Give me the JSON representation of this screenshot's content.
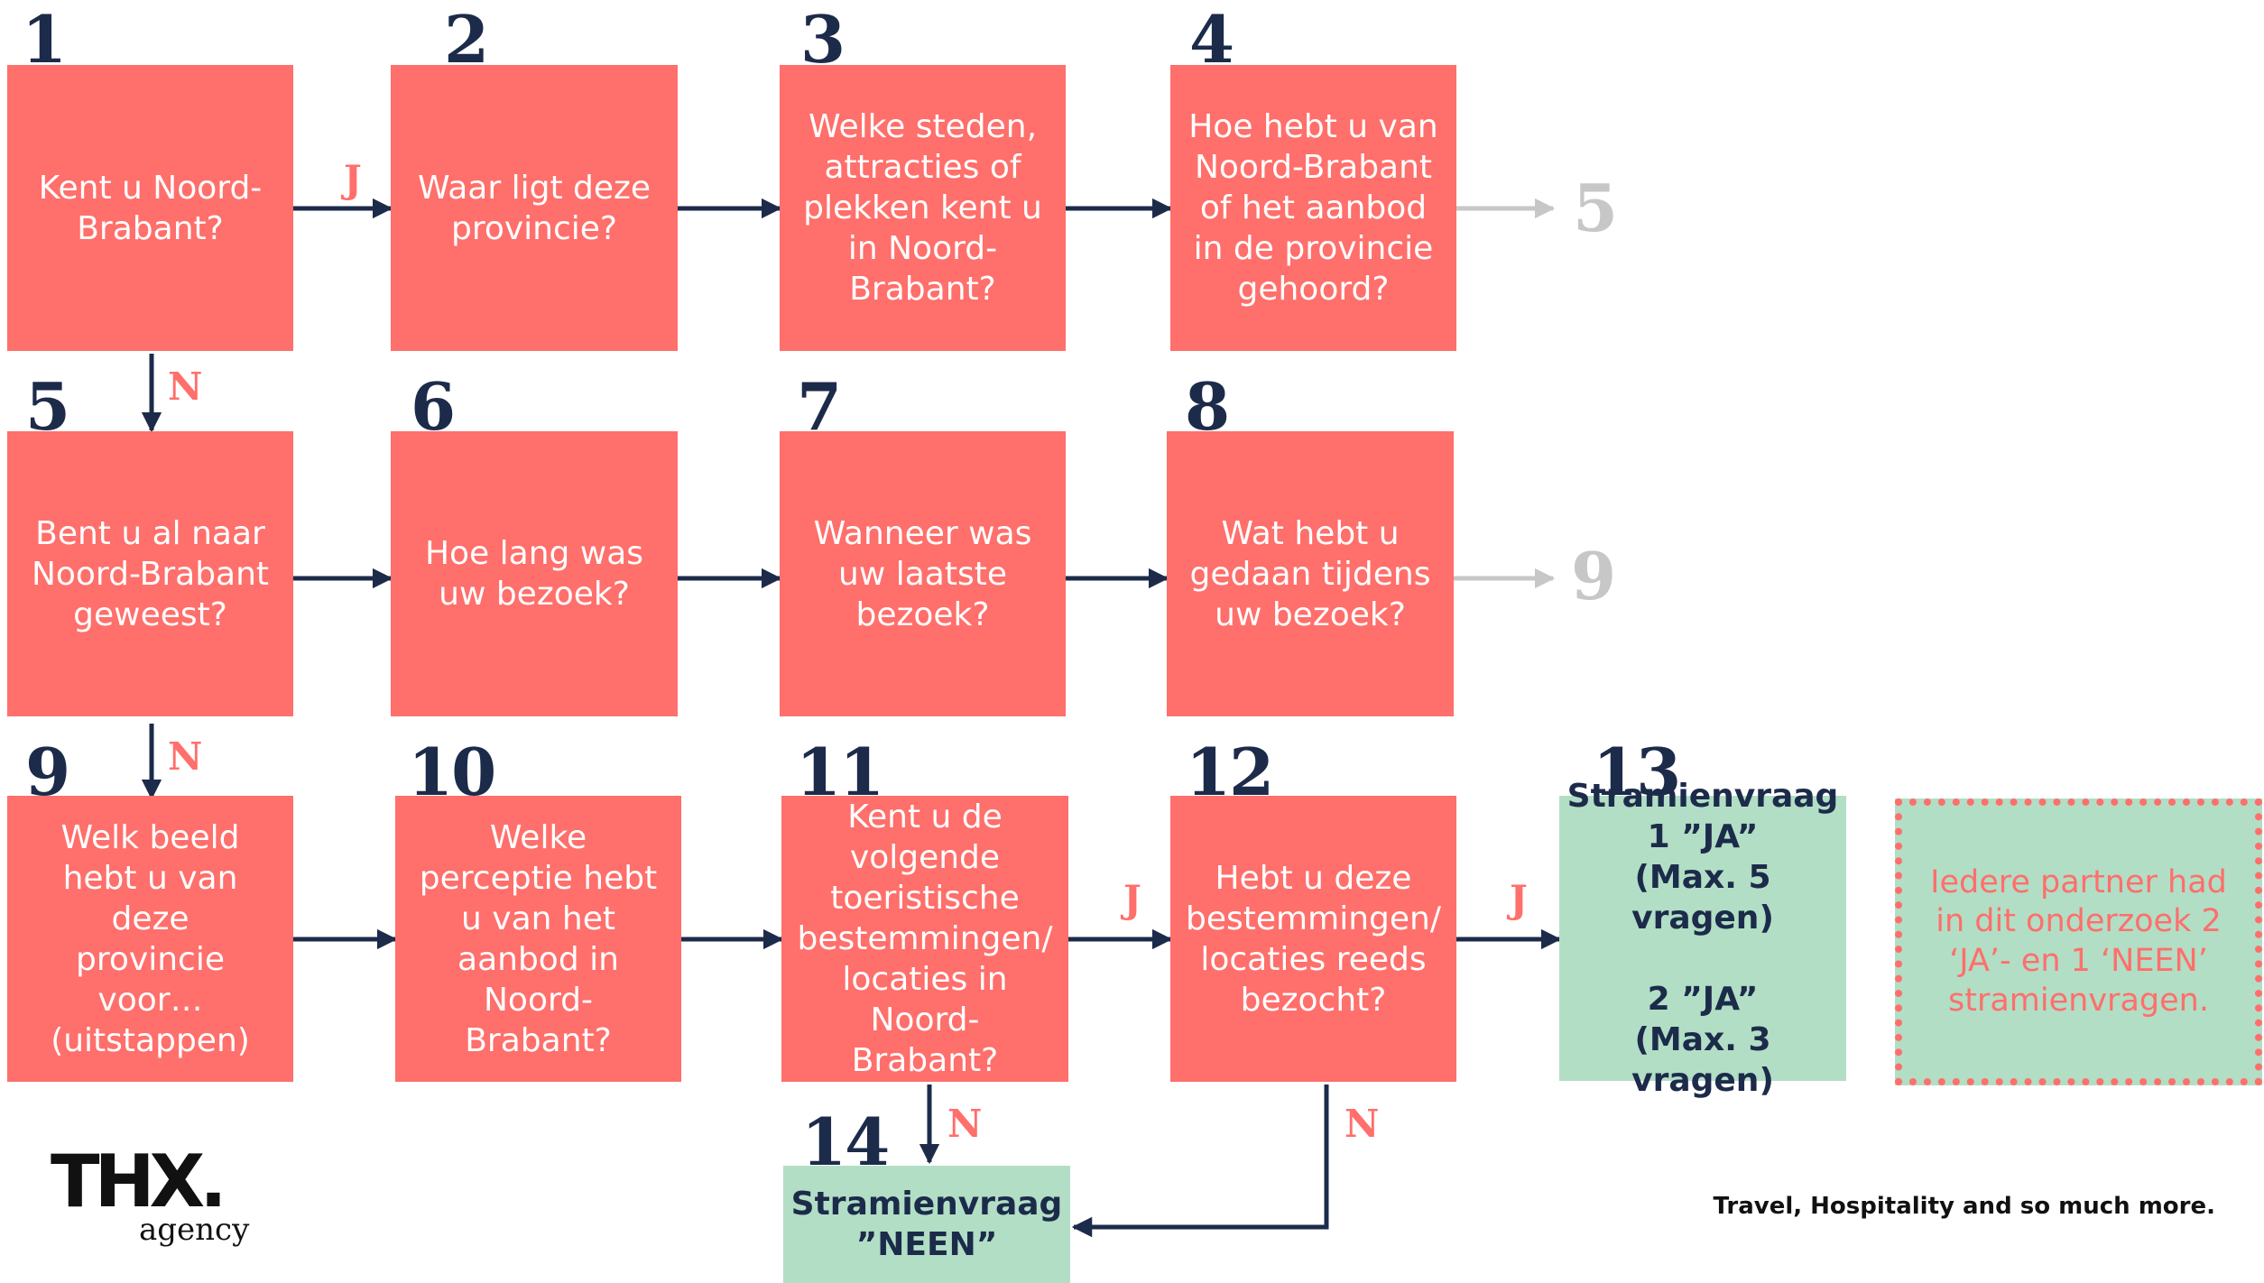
{
  "colors": {
    "box_red": "#ff6f6b",
    "box_green": "#b2dec5",
    "navy": "#1c2b4a",
    "grey": "#c7c7c7"
  },
  "steps": [
    {
      "number": "1",
      "text": "Kent u Noord-\nBrabant?"
    },
    {
      "number": "2",
      "text": "Waar ligt deze\nprovincie?"
    },
    {
      "number": "3",
      "text": "Welke steden,\nattracties of\nplekken kent u\nin Noord-\nBrabant?"
    },
    {
      "number": "4",
      "text": "Hoe hebt u van\nNoord-Brabant\nof het aanbod\nin de provincie\ngehoord?"
    },
    {
      "number": "5",
      "text": "Bent u al naar\nNoord-Brabant\ngeweest?"
    },
    {
      "number": "6",
      "text": "Hoe lang was\nuw bezoek?"
    },
    {
      "number": "7",
      "text": "Wanneer was\nuw laatste\nbezoek?"
    },
    {
      "number": "8",
      "text": "Wat hebt u\ngedaan tijdens\nuw bezoek?"
    },
    {
      "number": "9",
      "text": "Welk beeld\nhebt u van deze\nprovincie voor…\n(uitstappen)"
    },
    {
      "number": "10",
      "text": "Welke\nperceptie hebt\nu van het\naanbod in\nNoord-\nBrabant?"
    },
    {
      "number": "11",
      "text": "Kent u de\nvolgende\ntoeristische\nbestemmingen/\nlocaties in\nNoord-\nBrabant?"
    },
    {
      "number": "12",
      "text": "Hebt u deze\nbestemmingen/\nlocaties reeds\nbezocht?"
    },
    {
      "number": "13",
      "text": "Stramienvraag\n1 ”JA”\n(Max. 5 vragen)\n\n2 ”JA”\n(Max. 3 vragen)"
    },
    {
      "number": "14",
      "text": "Stramienvraag\n”NEEN”"
    }
  ],
  "goto": {
    "row1": "5",
    "row2": "9"
  },
  "labels": {
    "yes": "J",
    "no": "N"
  },
  "note": "Iedere partner had\nin dit onderzoek 2\n‘JA’- en 1 ‘NEEN’\nstramienvragen.",
  "logo": {
    "main": "THX.",
    "sub": "agency"
  },
  "tagline": "Travel, Hospitality and so much more."
}
